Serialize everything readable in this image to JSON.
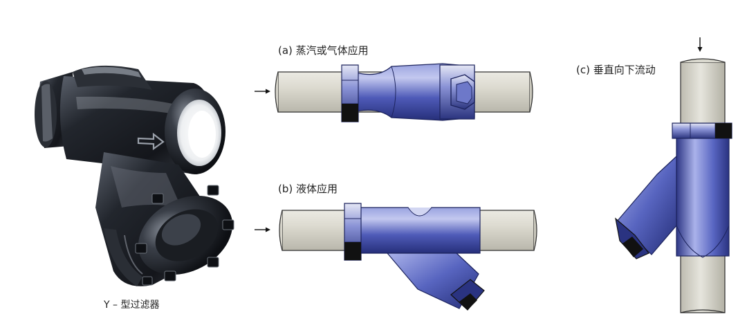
{
  "labels": {
    "photo_caption": "Y – 型过滤器",
    "steam_gas": "(a) 蒸汽或气体应用",
    "liquid": "(b) 液体应用",
    "vertical_down": "(c) 垂直向下流动"
  },
  "colors": {
    "pipe": "#d9d8ce",
    "pipe_edge": "#2a2a2a",
    "body_blue": "#4f5bb8",
    "body_blue_light": "#b9c0ea",
    "body_blue_dark": "#262f7a",
    "hex_black": "#111111",
    "photo_body": "#1c1f25"
  }
}
